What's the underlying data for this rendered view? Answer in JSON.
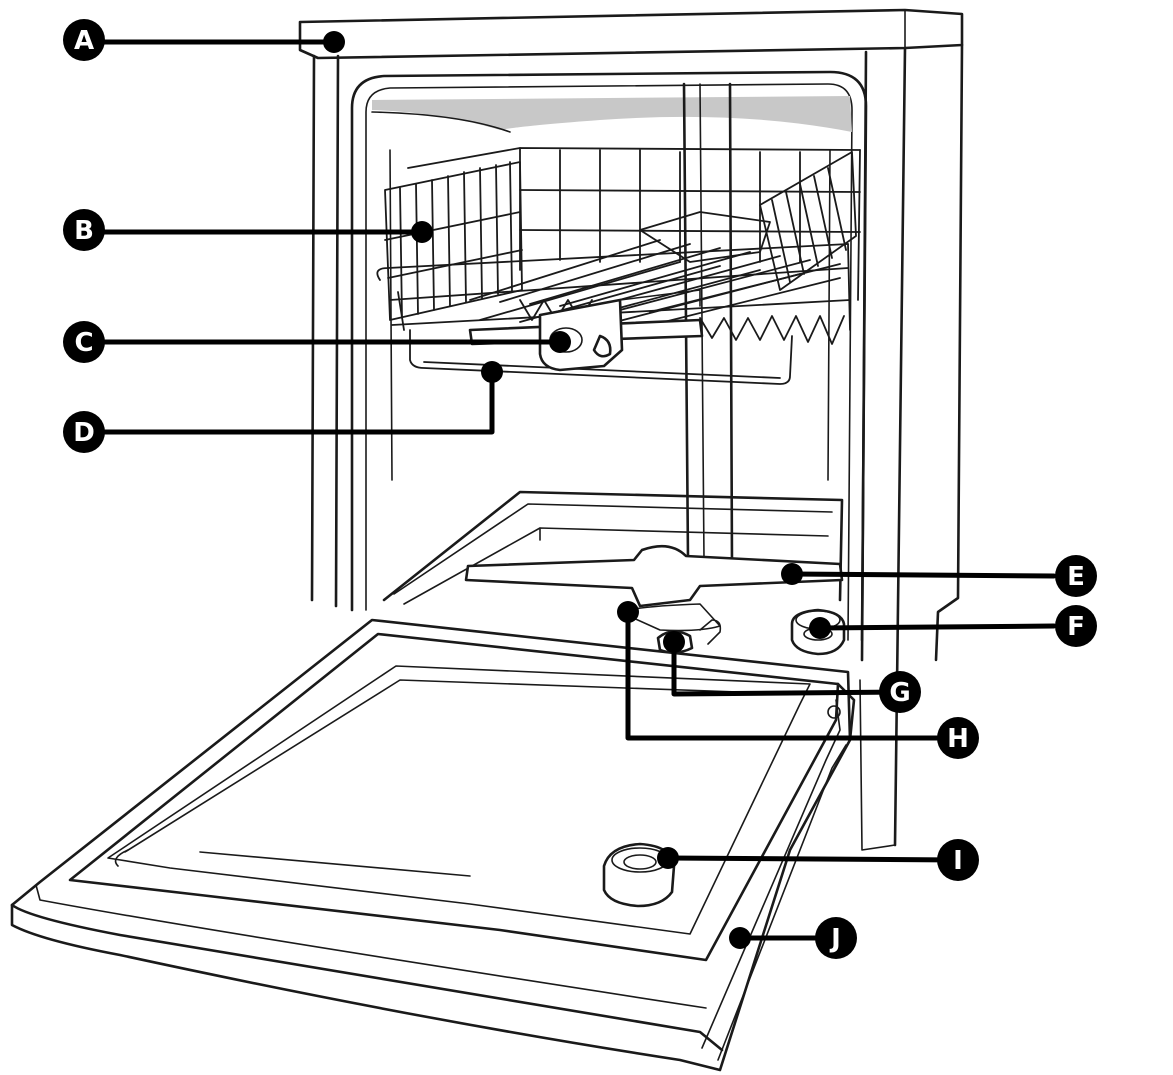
{
  "callouts": [
    {
      "id": "A",
      "letter": "A"
    },
    {
      "id": "B",
      "letter": "B"
    },
    {
      "id": "C",
      "letter": "C"
    },
    {
      "id": "D",
      "letter": "D"
    },
    {
      "id": "E",
      "letter": "E"
    },
    {
      "id": "F",
      "letter": "F"
    },
    {
      "id": "G",
      "letter": "G"
    },
    {
      "id": "H",
      "letter": "H"
    },
    {
      "id": "I",
      "letter": "I"
    },
    {
      "id": "J",
      "letter": "J"
    }
  ],
  "colors": {
    "line": "#1a1a1a",
    "callout": "#000000",
    "callout_text": "#ffffff",
    "ceiling_shade": "#c8c8c8"
  }
}
